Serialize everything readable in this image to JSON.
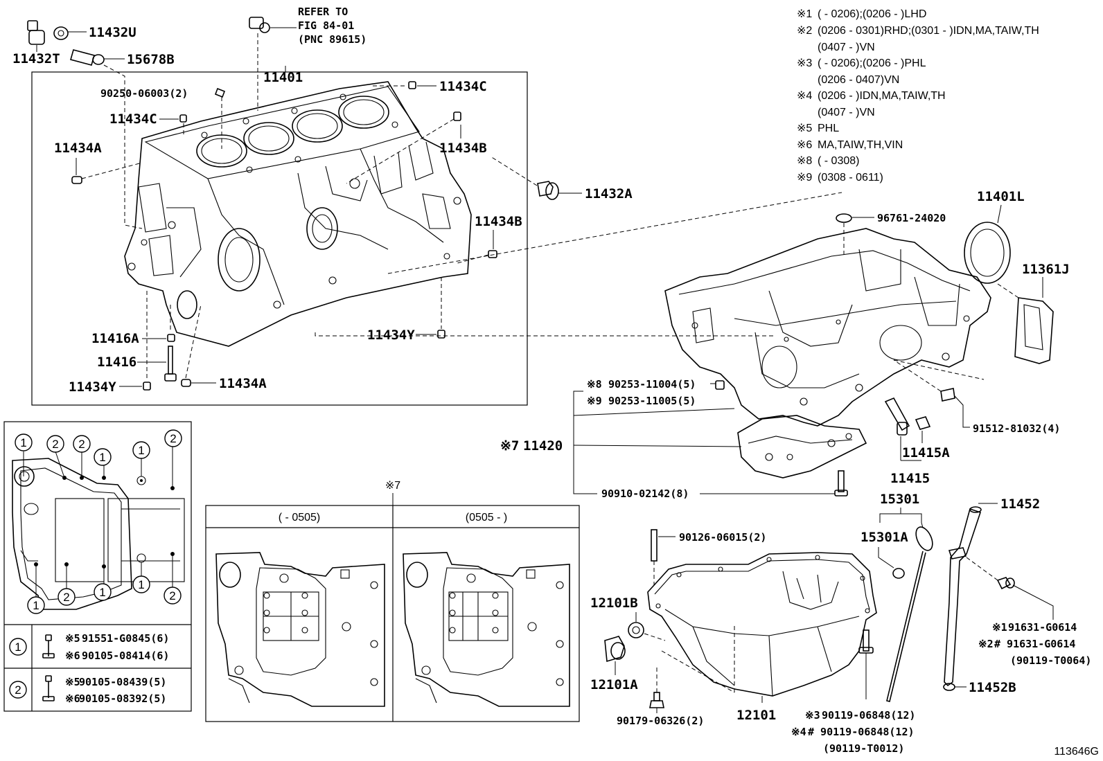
{
  "diagram_id": "113646G",
  "notes": [
    {
      "mark": "※1",
      "text": "(        - 0206);(0206 -          )LHD"
    },
    {
      "mark": "※2",
      "text": "(0206 - 0301)RHD;(0301 -          )IDN,MA,TAIW,TH"
    },
    {
      "mark": "",
      "text": "(0407 -         )VN"
    },
    {
      "mark": "※3",
      "text": "(        - 0206);(0206 -          )PHL"
    },
    {
      "mark": "",
      "text": "(0206 - 0407)VN"
    },
    {
      "mark": "※4",
      "text": "(0206 -          )IDN,MA,TAIW,TH"
    },
    {
      "mark": "",
      "text": "(0407 -         )VN"
    },
    {
      "mark": "※5",
      "text": "PHL"
    },
    {
      "mark": "※6",
      "text": "MA,TAIW,TH,VIN"
    },
    {
      "mark": "※8",
      "text": "(        - 0308)"
    },
    {
      "mark": "※9",
      "text": "(0308 - 0611)"
    }
  ],
  "refer": {
    "line1": "REFER TO",
    "line2": "FIG 84-01",
    "line3": "(PNC 89615)"
  },
  "labels": {
    "p11432T": "11432T",
    "p11432U": "11432U",
    "p15678B": "15678B",
    "p11401": "11401",
    "p90250": "90250-06003(2)",
    "p11434C_a": "11434C",
    "p11434C_b": "11434C",
    "p11434A_a": "11434A",
    "p11434B_a": "11434B",
    "p11432A": "11432A",
    "p11434B_b": "11434B",
    "p11416A": "11416A",
    "p11416": "11416",
    "p11434Y_a": "11434Y",
    "p11434A_b": "11434A",
    "p11434Y_b": "11434Y",
    "p96761": "96761-24020",
    "p11401L": "11401L",
    "p11361J": "11361J",
    "p90253a": "90253-11004(5)",
    "p90253a_mark": "※8",
    "p90253b": "90253-11005(5)",
    "p90253b_mark": "※9",
    "p11420": "11420",
    "p11420_mark": "※7",
    "p91512": "91512-81032(4)",
    "p11415A": "11415A",
    "p11415": "11415",
    "p90910": "90910-02142(8)",
    "p15301": "15301",
    "p15301A": "15301A",
    "p11452": "11452",
    "p90126": "90126-06015(2)",
    "p12101B": "12101B",
    "p12101A": "12101A",
    "p90179": "90179-06326(2)",
    "p12101": "12101",
    "p91631a": "91631-G0614",
    "p91631a_mark": "※1",
    "p91631b": "# 91631-G0614",
    "p91631b_mark": "※2",
    "p90119T64": "(90119-T0064)",
    "p11452B": "11452B",
    "p90119a": "90119-06848(12)",
    "p90119a_mark": "※3",
    "p90119b": "# 90119-06848(12)",
    "p90119b_mark": "※4",
    "p90119T12": "(90119-T0012)"
  },
  "inset_mark": "※7",
  "inset_cols": [
    "(        - 0505)",
    "(0505 -         )"
  ],
  "bolt_legend": [
    {
      "circle": "1",
      "lines": [
        {
          "mark": "※5",
          "text": "91551-G0845(6)"
        },
        {
          "mark": "※6",
          "text": "90105-08414(6)"
        }
      ]
    },
    {
      "circle": "2",
      "lines": [
        {
          "mark": "※5",
          "text": "90105-08439(5)"
        },
        {
          "mark": "※6",
          "text": "90105-08392(5)"
        }
      ]
    }
  ],
  "circle_numbers": [
    "1",
    "2",
    "2",
    "1",
    "1",
    "2",
    "1",
    "2",
    "1",
    "1",
    "2"
  ]
}
